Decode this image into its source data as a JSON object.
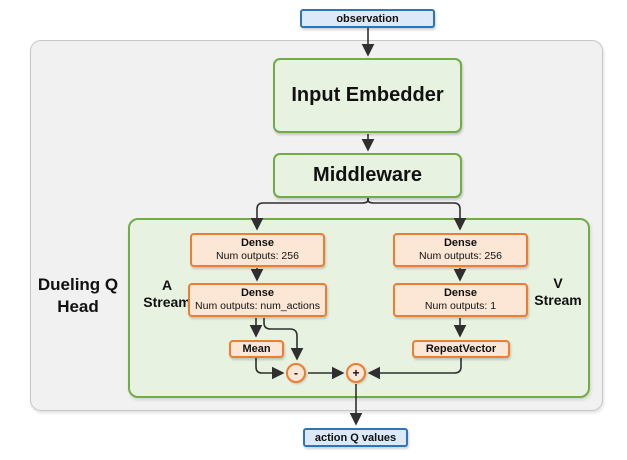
{
  "colors": {
    "blue_fill": "#dce9f8",
    "blue_border": "#2e75b6",
    "green_fill": "#e7f2e0",
    "green_border": "#70ad47",
    "orange_fill": "#fce6d5",
    "orange_border": "#ed7d31",
    "gray_fill": "#f1f1f1",
    "gray_border": "#c6c6c6",
    "arrow": "#2f2f2f"
  },
  "nodes": {
    "observation": {
      "label": "observation"
    },
    "input_embedder": {
      "label": "Input Embedder"
    },
    "middleware": {
      "label": "Middleware"
    },
    "a_dense_1": {
      "title": "Dense",
      "subtitle": "Num outputs: 256"
    },
    "a_dense_2": {
      "title": "Dense",
      "subtitle": "Num outputs: num_actions"
    },
    "v_dense_1": {
      "title": "Dense",
      "subtitle": "Num outputs: 256"
    },
    "v_dense_2": {
      "title": "Dense",
      "subtitle": "Num outputs: 1"
    },
    "mean": {
      "label": "Mean"
    },
    "repeat_vector": {
      "label": "RepeatVector"
    },
    "minus_op": {
      "label": "-"
    },
    "plus_op": {
      "label": "+"
    },
    "action_q_values": {
      "label": "action Q values"
    }
  },
  "labels": {
    "dueling_head": {
      "line1": "Dueling Q",
      "line2": "Head"
    },
    "a_stream": {
      "line1": "A",
      "line2": "Stream"
    },
    "v_stream": {
      "line1": "V",
      "line2": "Stream"
    }
  }
}
